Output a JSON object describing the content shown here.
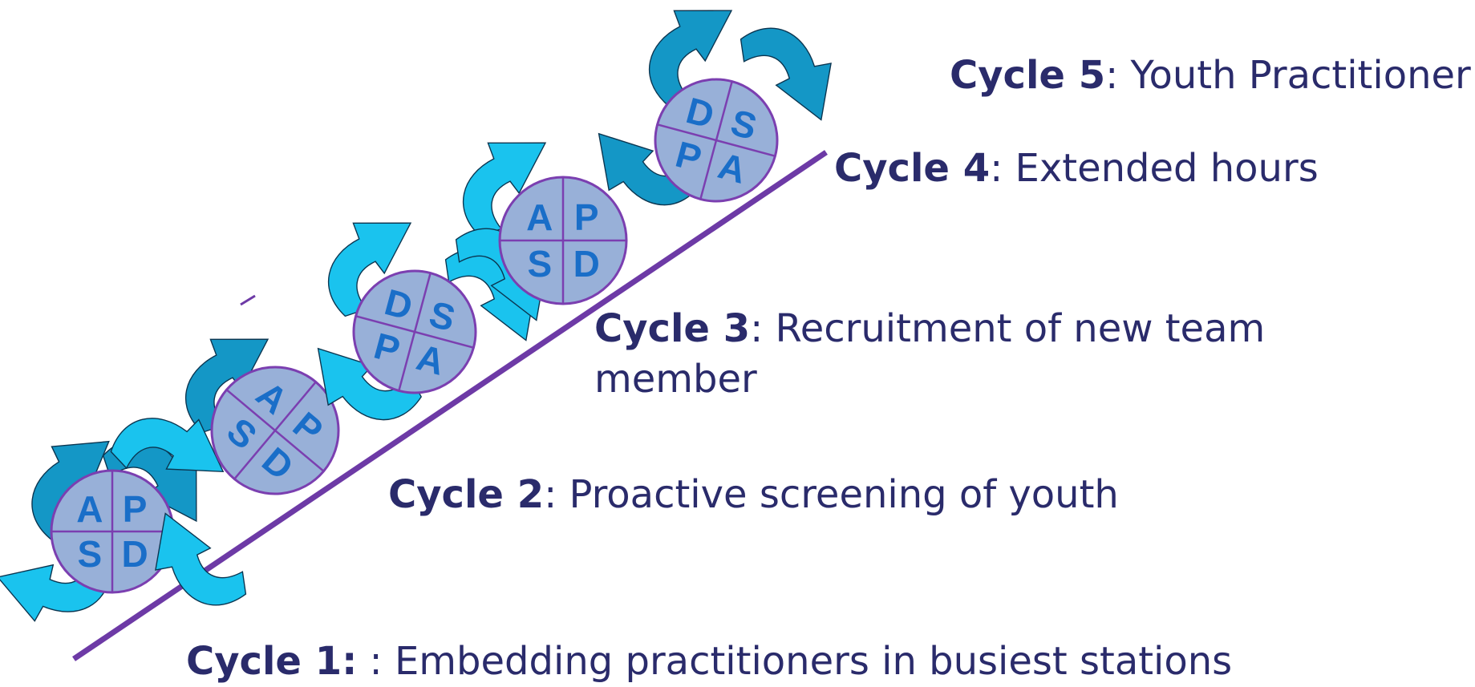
{
  "colors": {
    "line": "#6d3aa6",
    "circle_fill": "#98b0d8",
    "circle_stroke": "#7b3fb0",
    "letter": "#1a6ec8",
    "arrow_light": "#1ac3ee",
    "arrow_dark": "#1497c6",
    "text": "#2a2b6b"
  },
  "cycles": [
    {
      "head": "Cycle 1:",
      "tail": " :  Embedding practitioners in busiest stations",
      "letters": [
        "A",
        "P",
        "S",
        "D"
      ]
    },
    {
      "head": "Cycle 2",
      "tail": ": Proactive screening of youth",
      "letters": [
        "A",
        "P",
        "S",
        "D"
      ]
    },
    {
      "head": "Cycle 3",
      "tail": ": Recruitment of new team",
      "tail2": "member",
      "letters": [
        "D",
        "S",
        "P",
        "A"
      ]
    },
    {
      "head": "Cycle 4",
      "tail": ": Extended hours",
      "letters": [
        "A",
        "P",
        "S",
        "D"
      ]
    },
    {
      "head": "Cycle 5",
      "tail": ": Youth Practitioner",
      "letters": [
        "D",
        "S",
        "P",
        "A"
      ]
    }
  ]
}
